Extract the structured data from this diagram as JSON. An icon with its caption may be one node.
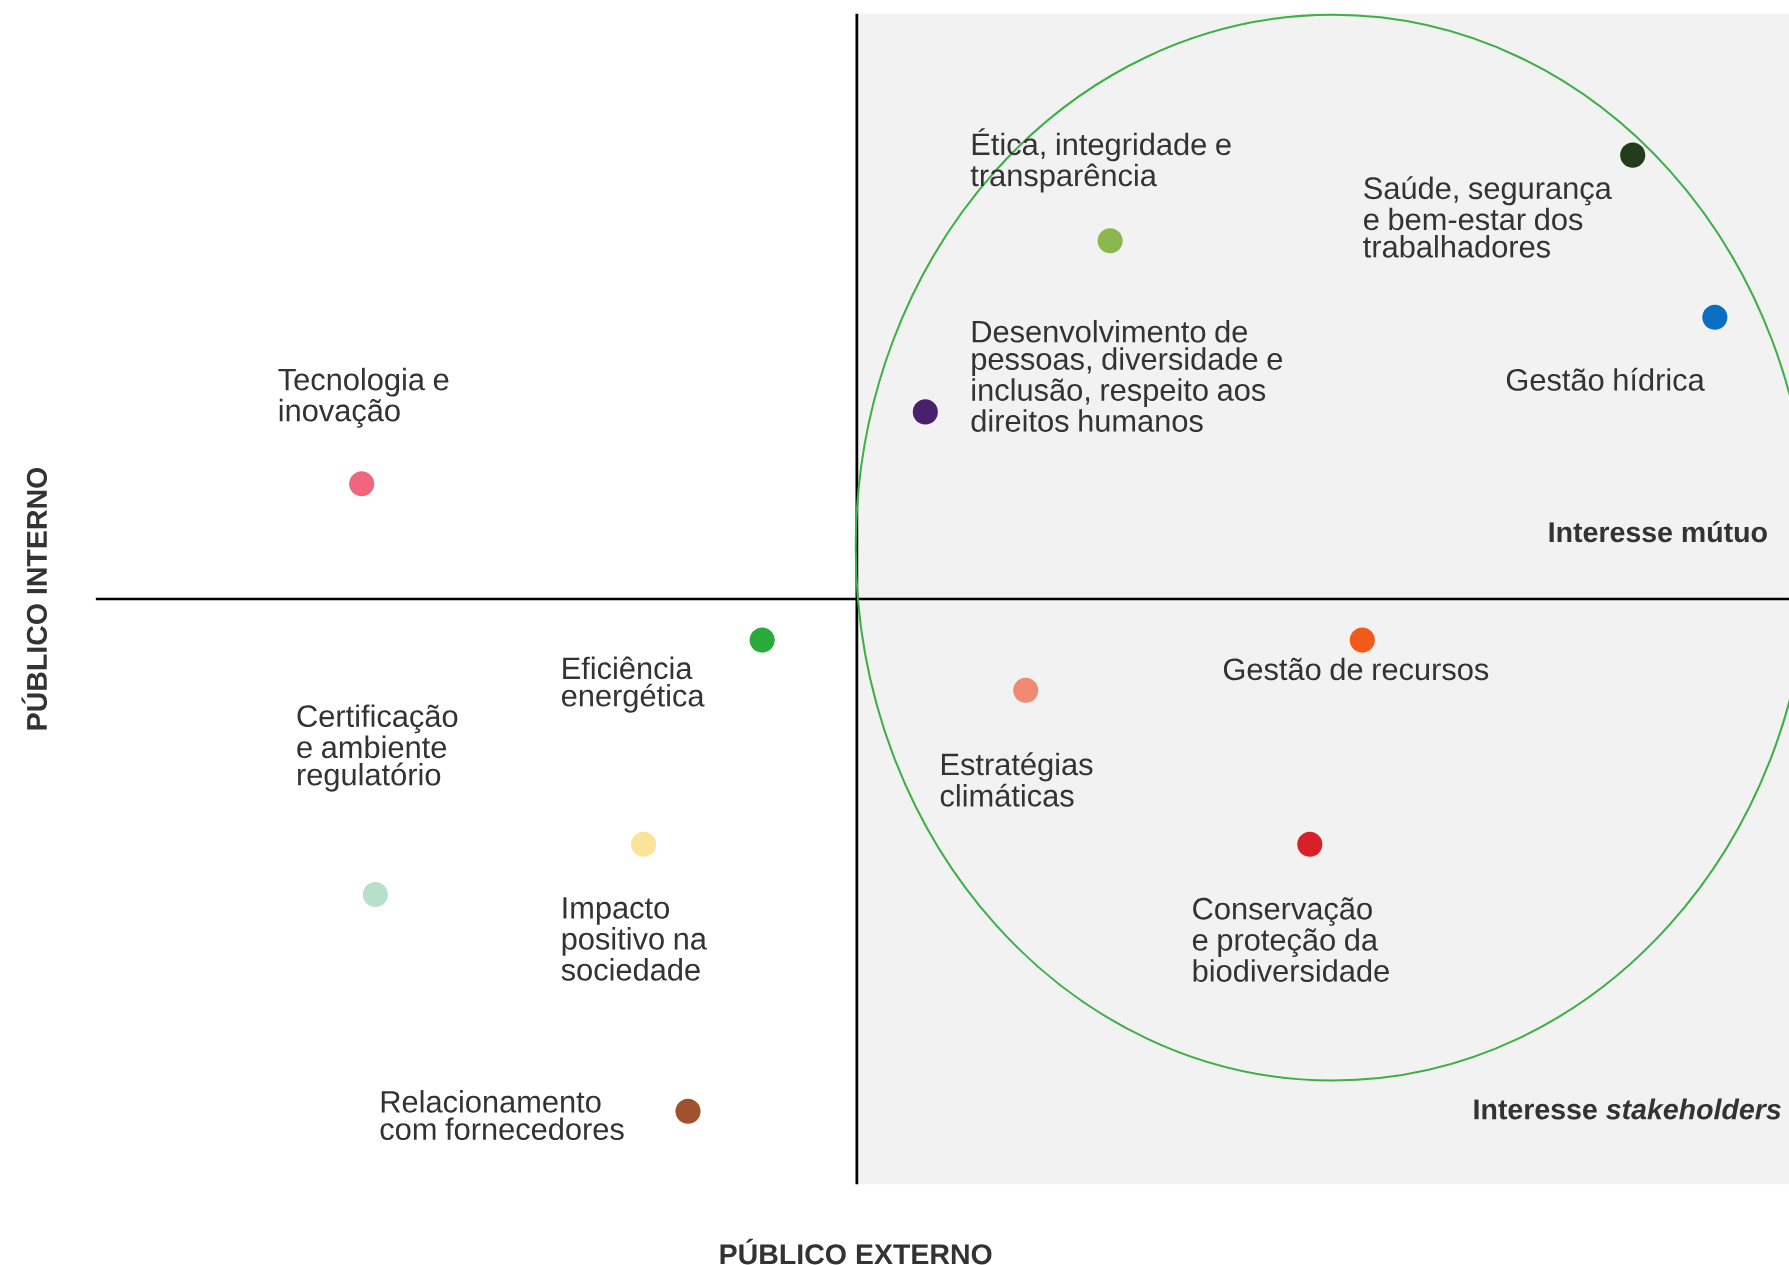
{
  "diagram": {
    "nodes": [
      {
        "text": [
          "Tecnologia e inovação"
        ]
      },
      {
        "text": [
          "Ética, integridade e transparência"
        ]
      },
      {
        "text": [
          "Saúde, segurança e bem-estar dos trabalhadores"
        ]
      },
      {
        "text": [
          "Desenvolvimento de pessoas, diversidade e inclusão, respeito aos direitos humanos"
        ]
      },
      {
        "text": [
          "Gestão hídrica"
        ]
      },
      {
        "text": [
          "Eficiência energética"
        ]
      },
      {
        "text": [
          "Certificação e ambiente regulatório"
        ]
      },
      {
        "text": [
          "Estratégias climáticas"
        ]
      },
      {
        "text": [
          "Gestão de recursos"
        ]
      },
      {
        "text": [
          "Impacto positivo na sociedade"
        ]
      },
      {
        "text": [
          "Conservação e proteção da biodiversidade"
        ]
      },
      {
        "text": [
          "Relacionamento com fornecedores"
        ]
      }
    ],
    "labels": [
      "Interesse mútuo",
      "PÚBLICO INTERNO",
      "Interesse *stakeholders*",
      "PÚBLICO EXTERNO"
    ]
  }
}
